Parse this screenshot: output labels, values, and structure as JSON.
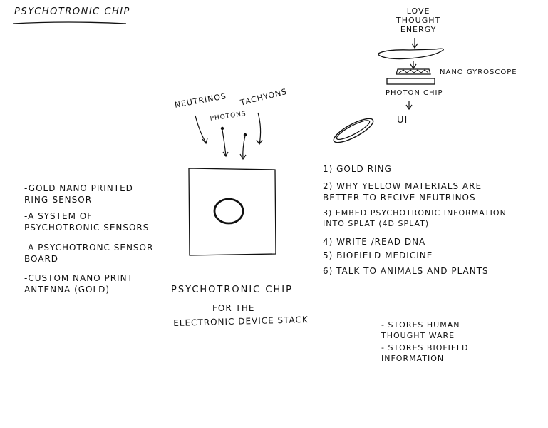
{
  "title": "PSYCHOTRONIC CHIP",
  "stack": {
    "input": "LOVE\nTHOUGHT\nENERGY",
    "gyroscope_label": "NANO GYROSCOPE",
    "photon_chip_label": "PHOTON CHIP",
    "output": "UI"
  },
  "particles": {
    "neutrinos": "NEUTRINOS",
    "tachyons": "TACHYONS",
    "photons": "PHOTONS"
  },
  "left_notes": [
    "-GOLD NANO PRINTED\nRING-SENSOR",
    "-A SYSTEM OF\nPSYCHOTRONIC SENSORS",
    "-A PSYCHOTRONC SENSOR\nBOARD",
    "-CUSTOM NANO PRINT\nANTENNA (GOLD)"
  ],
  "numbered_notes": [
    "1) GOLD RING",
    "2) WHY YELLOW MATERIALS ARE\nBETTER TO RECIVE NEUTRINOS",
    "3) EMBED PSYCHOTRONIC INFORMATION\nINTO SPLAT (4D SPLAT)",
    "4) WRITE /READ DNA",
    "5) BIOFIELD MEDICINE",
    "6) TALK TO ANIMALS AND PLANTS"
  ],
  "caption": {
    "line1": "PSYCHOTRONIC CHIP",
    "line2": "FOR THE",
    "line3": "ELECTRONIC DEVICE STACK"
  },
  "storage_notes": [
    "- STORES HUMAN\nTHOUGHT WARE",
    "- STORES BIOFIELD\nINFORMATION"
  ]
}
